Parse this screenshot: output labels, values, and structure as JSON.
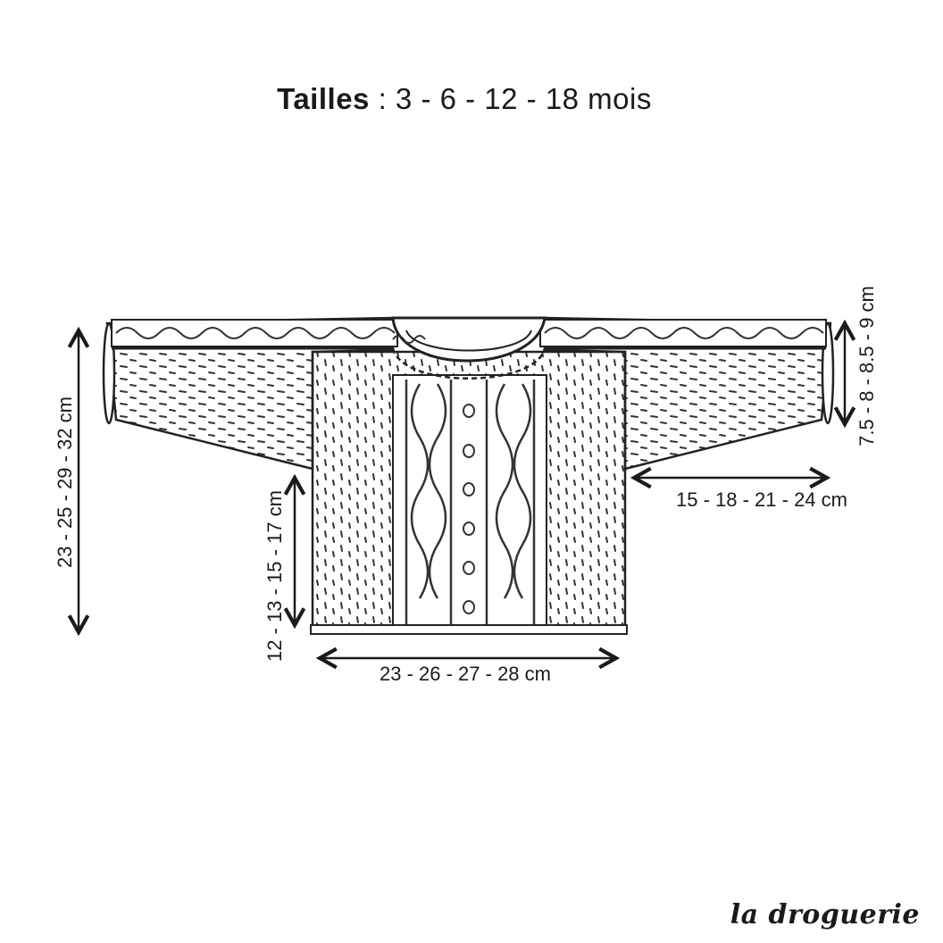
{
  "title": {
    "label": "Tailles",
    "separator": " : ",
    "sizes": "3 - 6 - 12 - 18 mois"
  },
  "measurements": {
    "sleeve_length": "23 - 25 - 29 - 32 cm",
    "body_length": "12 - 13 - 15 - 17 cm",
    "body_width": "23 - 26 - 27 - 28 cm",
    "sleeve_cuff": "7.5 - 8 - 8.5 - 9 cm",
    "sleeve_width": "15 - 18 - 21 - 24 cm"
  },
  "brand": {
    "logo_text": "la droguerie"
  }
}
